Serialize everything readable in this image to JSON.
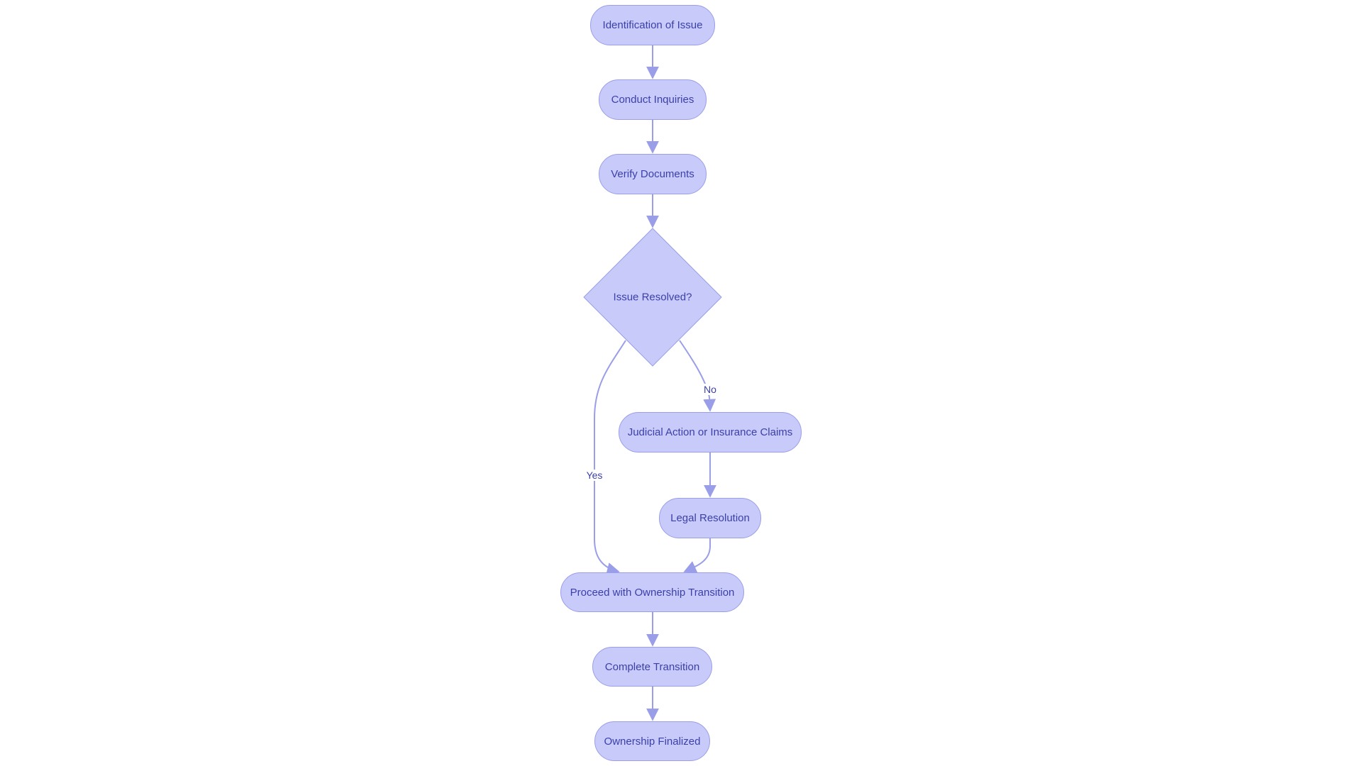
{
  "diagram": {
    "type": "flowchart",
    "colors": {
      "node_fill": "#c8cbfa",
      "node_stroke": "#9a9ee8",
      "edge": "#9a9ee8",
      "text": "#3b3fa8"
    },
    "nodes": {
      "identification": "Identification of Issue",
      "inquiries": "Conduct Inquiries",
      "verify": "Verify Documents",
      "decision": "Issue Resolved?",
      "judicial": "Judicial Action or Insurance Claims",
      "legal": "Legal Resolution",
      "proceed": "Proceed with Ownership Transition",
      "complete": "Complete Transition",
      "finalized": "Ownership Finalized"
    },
    "edge_labels": {
      "yes": "Yes",
      "no": "No"
    },
    "edges": [
      [
        "Identification of Issue",
        "Conduct Inquiries"
      ],
      [
        "Conduct Inquiries",
        "Verify Documents"
      ],
      [
        "Verify Documents",
        "Issue Resolved?"
      ],
      [
        "Issue Resolved?",
        "Proceed with Ownership Transition",
        "Yes"
      ],
      [
        "Issue Resolved?",
        "Judicial Action or Insurance Claims",
        "No"
      ],
      [
        "Judicial Action or Insurance Claims",
        "Legal Resolution"
      ],
      [
        "Legal Resolution",
        "Proceed with Ownership Transition"
      ],
      [
        "Proceed with Ownership Transition",
        "Complete Transition"
      ],
      [
        "Complete Transition",
        "Ownership Finalized"
      ]
    ]
  }
}
